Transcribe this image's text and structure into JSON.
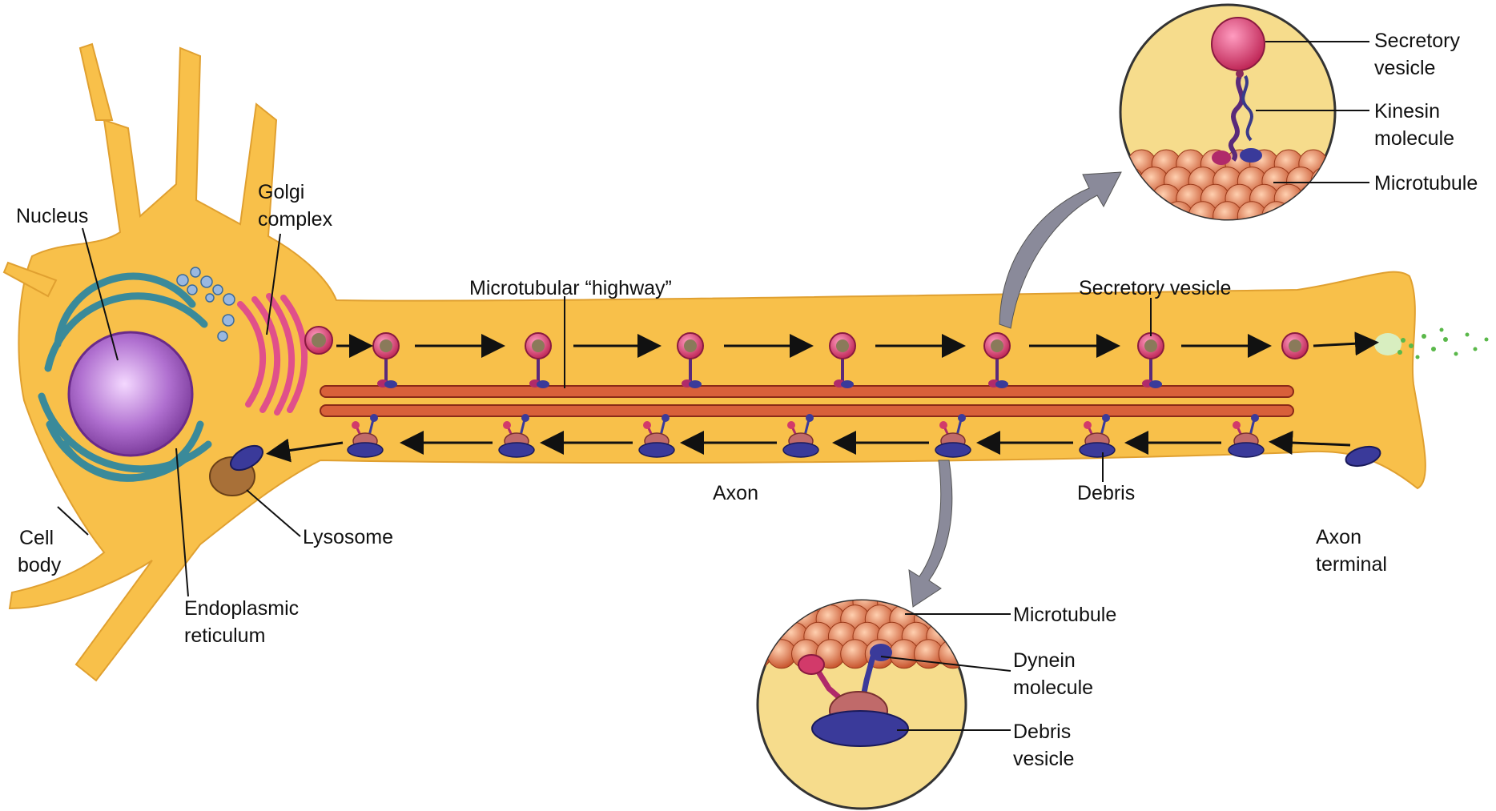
{
  "labels": {
    "nucleus": "Nucleus",
    "golgi_1": "Golgi",
    "golgi_2": "complex",
    "microtubular_highway": "Microtubular “highway”",
    "secretory_vesicle_main": "Secretory vesicle",
    "axon": "Axon",
    "debris": "Debris",
    "cell_body_1": "Cell",
    "cell_body_2": "body",
    "lysosome": "Lysosome",
    "er_1": "Endoplasmic",
    "er_2": "reticulum",
    "axon_terminal_1": "Axon",
    "axon_terminal_2": "terminal"
  },
  "inset_top": {
    "secretory_1": "Secretory",
    "secretory_2": "vesicle",
    "kinesin_1": "Kinesin",
    "kinesin_2": "molecule",
    "microtubule": "Microtubule"
  },
  "inset_bottom": {
    "microtubule": "Microtubule",
    "dynein_1": "Dynein",
    "dynein_2": "molecule",
    "debris_1": "Debris",
    "debris_2": "vesicle"
  },
  "colors": {
    "cytoplasm": "#f8c04a",
    "outline": "#e0a030",
    "microtubule": "#d8603a",
    "vesicle": "#d23a6a",
    "dynein": "#3a3a9a",
    "nucleus": "#b070d0",
    "er": "#3a8a9a",
    "golgi": "#e0508a",
    "inset_bg": "#f6dc8c"
  }
}
